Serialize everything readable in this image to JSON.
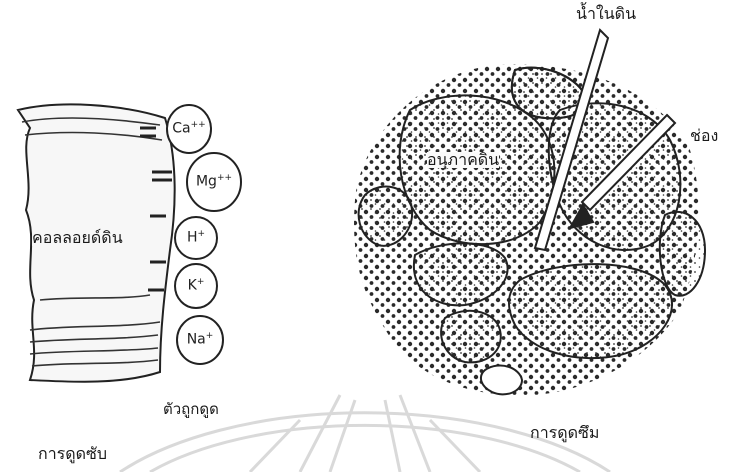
{
  "labels": {
    "colloid": "คอลลอยด์ดิน",
    "absorbent": "ตัวถูกดูด",
    "absorption": "การดูดซับ",
    "soil_water": "น้ำในดิน",
    "pore": "ช่อง",
    "soil_particle": "อนุภาคดิน",
    "infiltration": "การดูดซึม"
  },
  "ions": [
    {
      "symbol": "Ca",
      "charge": "++"
    },
    {
      "symbol": "Mg",
      "charge": "++"
    },
    {
      "symbol": "H",
      "charge": "+"
    },
    {
      "symbol": "K",
      "charge": "+"
    },
    {
      "symbol": "Na",
      "charge": "+"
    }
  ],
  "colors": {
    "ink": "#222222",
    "watermark": "#d9d9d9",
    "fill": "#f4f4f4"
  }
}
